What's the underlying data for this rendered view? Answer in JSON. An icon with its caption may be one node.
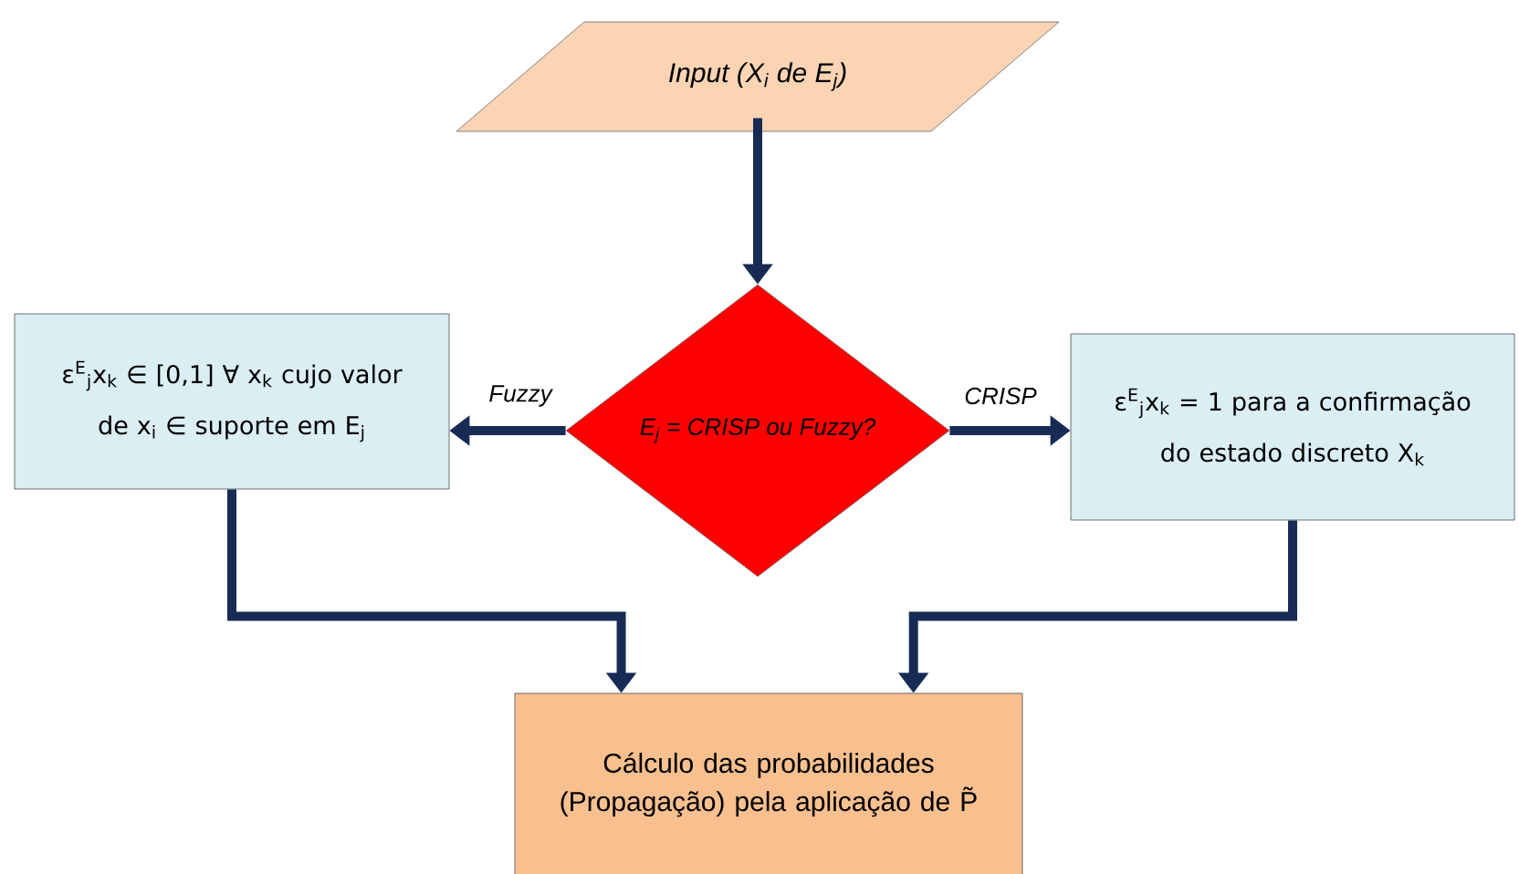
{
  "diagram": {
    "nodes": [
      {
        "text": [
          "Input (X$_{i}$ de E$_{j}$)"
        ]
      },
      {
        "text": [
          "E$_{j}$ = CRISP ou Fuzzy?"
        ]
      },
      {
        "text": [
          "ε$^{E}$$_{j}$x$_{k}$ ∈ [0,1] ∀ x$_{k}$ cujo valor de x$_{i}$ ∈ suporte em E$_{j}$"
        ]
      },
      {
        "text": [
          "ε$^{E}$$_{j}$x$_{k}$ = 1 para a confirmação do estado discreto X$_{k}$"
        ]
      },
      {
        "text": [
          "Cálculo das probabilidades (Propagação) pela aplicação de P̃"
        ]
      }
    ],
    "edges": [
      {
        "from": 0,
        "to": 1,
        "arrow": "to"
      },
      {
        "from": 1,
        "to": 2,
        "arrow": "to",
        "label": "Fuzzy"
      },
      {
        "from": 1,
        "to": 3,
        "arrow": "to",
        "label": "CRISP"
      },
      {
        "from": 2,
        "to": 4,
        "arrow": "to"
      },
      {
        "from": 3,
        "to": 4,
        "arrow": "to"
      }
    ]
  }
}
